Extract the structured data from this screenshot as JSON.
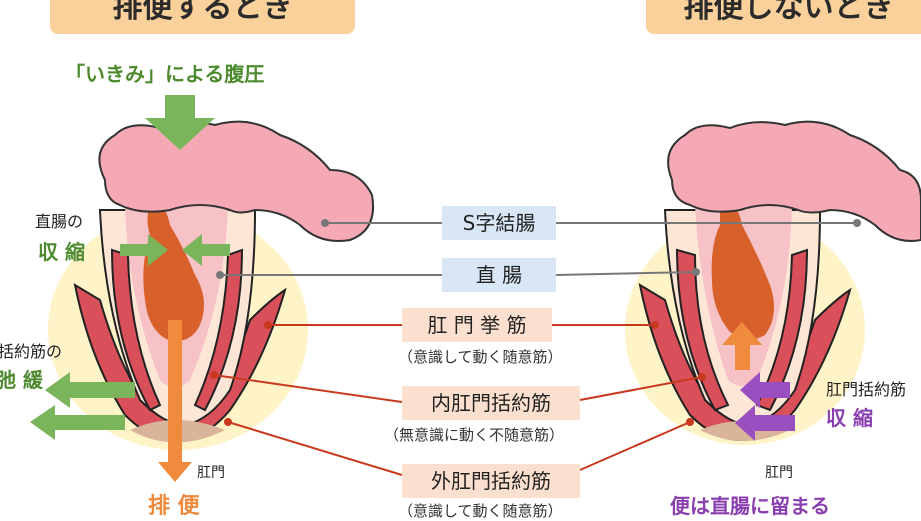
{
  "titles": {
    "left": "排便するとき",
    "right": "排便しないとき"
  },
  "pressure_label": "「いきみ」による腹圧",
  "left_panel": {
    "rectum_label": "直腸の",
    "rectum_state": "収 縮",
    "sphincter_label": "括約筋の",
    "sphincter_state": "弛 緩",
    "anus_label": "肛門",
    "result": "排 便"
  },
  "right_panel": {
    "sphincter_label": "肛門括約筋",
    "sphincter_state": "収 縮",
    "anus_label": "肛門",
    "result": "便は直腸に留まる"
  },
  "center_labels": {
    "sigmoid": "S字結腸",
    "rectum": "直 腸",
    "levator": "肛 門 挙 筋",
    "levator_note": "（意識して動く随意筋）",
    "internal": "内肛門括約筋",
    "internal_note": "（無意識に動く不随意筋）",
    "external": "外肛門括約筋",
    "external_note": "（意識して動く随意筋）"
  },
  "colors": {
    "title_bg": "#fbd19b",
    "colon": "#f4a9b4",
    "muscle": "#d9505a",
    "stool": "#d8602a",
    "green_arrow": "#7ab55c",
    "orange_arrow": "#f08a3c",
    "purple_arrow": "#9a4fc0",
    "blue_label": "#d8e6f6",
    "peach_label": "#fce0cf",
    "green_text": "#4d8a2d",
    "purple_text": "#8a3fb0",
    "red_line": "#c8391f",
    "gray_line": "#777777"
  }
}
